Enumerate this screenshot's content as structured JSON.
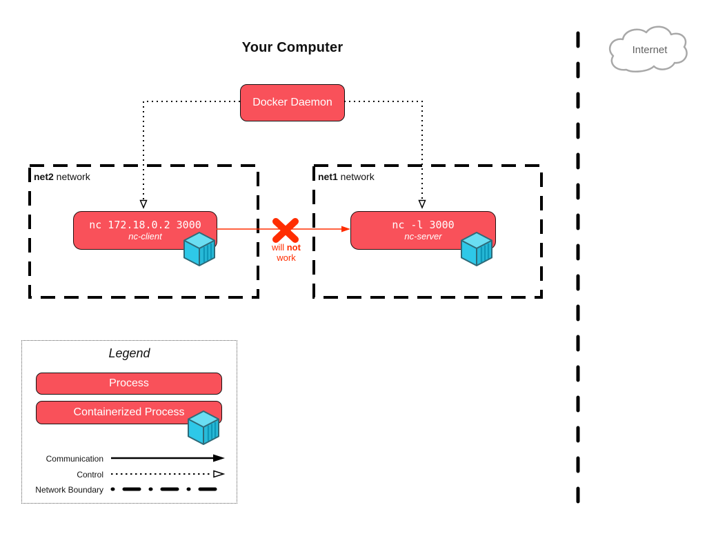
{
  "title": "Your Computer",
  "docker_daemon": {
    "label": "Docker Daemon"
  },
  "networks": [
    {
      "name": "net2",
      "name_suffix": " network",
      "container": {
        "command": "nc 172.18.0.2 3000",
        "name": "nc-client"
      }
    },
    {
      "name": "net1",
      "name_suffix": " network",
      "container": {
        "command": "nc -l 3000",
        "name": "nc-server"
      }
    }
  ],
  "connection": {
    "line1_regular": "will",
    "line1_bold": "not",
    "line2": "work"
  },
  "legend": {
    "title": "Legend",
    "process_label": "Process",
    "containerized_label": "Containerized Process",
    "items": [
      {
        "label": "Communication"
      },
      {
        "label": "Control"
      },
      {
        "label": "Network Boundary"
      }
    ]
  },
  "internet": {
    "label": "Internet"
  },
  "colors": {
    "process_fill": "#F9515A",
    "error_red": "#FF2D00",
    "container_cyan": "#2EC8E8",
    "cloud_gray": "#A8A8A8",
    "boundary_black": "#000000"
  }
}
